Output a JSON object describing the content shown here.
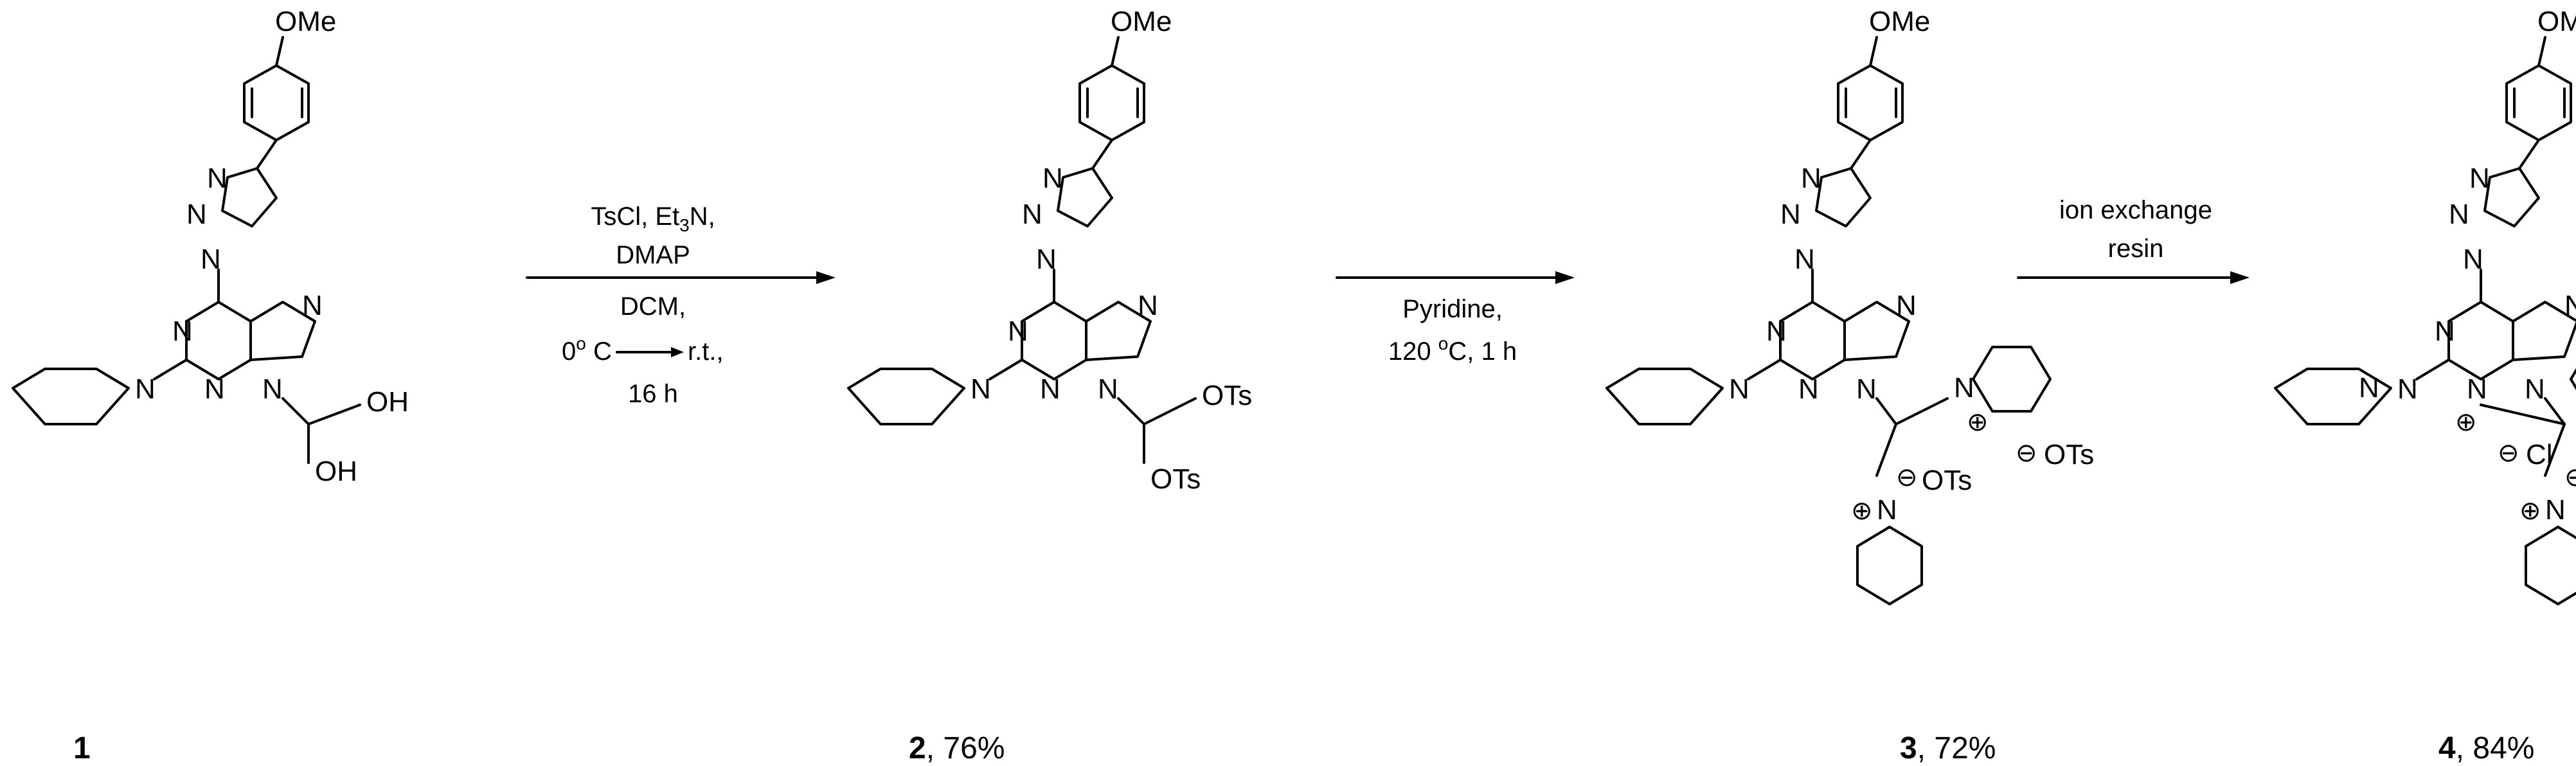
{
  "scheme": {
    "compound_1": {
      "number": "1",
      "yield": ""
    },
    "compound_2": {
      "number": "2",
      "yield": ", 76%"
    },
    "compound_3": {
      "number": "3",
      "yield": ", 72%"
    },
    "compound_4": {
      "number": "4",
      "yield": ", 84%"
    },
    "step1": {
      "reagent_line1_a": "TsCl, Et",
      "reagent_line1_sub": "3",
      "reagent_line1_b": "N,",
      "reagent_line2": "DMAP",
      "reagent_line3": "DCM,",
      "temp_start": "0",
      "temp_start_sup": "o",
      "temp_start_unit": " C",
      "temp_end": "r.t.,",
      "time": "16 h"
    },
    "step2": {
      "reagent_line1": "Pyridine,",
      "temp": "120 ",
      "temp_sup": "o",
      "temp_rest": "C, 1 h"
    },
    "step3": {
      "reagent_line1": "ion exchange",
      "reagent_line2": "resin"
    },
    "atoms": {
      "ome": "OMe",
      "n": "N",
      "oh": "OH",
      "ots": "OTs",
      "cl": "Cl",
      "plus": "⊕",
      "minus": "⊖"
    }
  }
}
